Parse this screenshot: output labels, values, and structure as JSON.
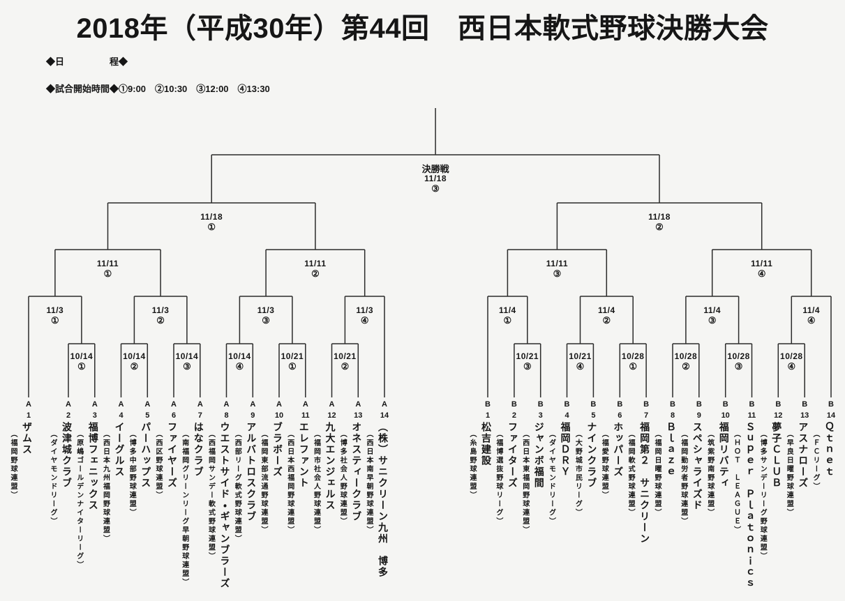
{
  "header": {
    "title": "2018年（平成30年）第44回　西日本軟式野球決勝大会",
    "schedule_heading": "◆日　　　　　程◆",
    "start_times_label": "◆試合開始時間◆",
    "start_times_values": "①9:00　②10:30　③12:00　④13:30"
  },
  "bracket": {
    "final": {
      "label": "決勝戦",
      "date": "11/18",
      "game": "③"
    },
    "round_semifinal": [
      {
        "date": "11/18",
        "game": "①"
      },
      {
        "date": "11/18",
        "game": "②"
      }
    ],
    "round_quarterfinal": [
      {
        "date": "11/11",
        "game": "①"
      },
      {
        "date": "11/11",
        "game": "②"
      },
      {
        "date": "11/11",
        "game": "③"
      },
      {
        "date": "11/11",
        "game": "④"
      }
    ],
    "round_2": [
      {
        "date": "11/3",
        "game": "①"
      },
      {
        "date": "11/3",
        "game": "②"
      },
      {
        "date": "11/3",
        "game": "③"
      },
      {
        "date": "11/3",
        "game": "④"
      },
      {
        "date": "11/4",
        "game": "①"
      },
      {
        "date": "11/4",
        "game": "②"
      },
      {
        "date": "11/4",
        "game": "③"
      },
      {
        "date": "11/4",
        "game": "④"
      }
    ],
    "round_1": [
      {
        "date": "10/14",
        "game": "①"
      },
      {
        "date": "10/14",
        "game": "②"
      },
      {
        "date": "10/14",
        "game": "③"
      },
      {
        "date": "10/14",
        "game": "④"
      },
      {
        "date": "10/21",
        "game": "①"
      },
      {
        "date": "10/21",
        "game": "②"
      },
      {
        "date": "10/21",
        "game": "③"
      },
      {
        "date": "10/21",
        "game": "④"
      },
      {
        "date": "10/28",
        "game": "①"
      },
      {
        "date": "10/28",
        "game": "②"
      },
      {
        "date": "10/28",
        "game": "③"
      },
      {
        "date": "10/28",
        "game": "④"
      }
    ]
  },
  "teams_left": [
    {
      "seed_letter": "A",
      "seed_number": "1",
      "name": "ザムス",
      "league": "（福岡野球連盟）"
    },
    {
      "seed_letter": "A",
      "seed_number": "2",
      "name": "波津城クラブ",
      "league": "（ダイヤモンドリーグ）"
    },
    {
      "seed_letter": "A",
      "seed_number": "3",
      "name": "福博フェニックス",
      "league": "（原嶋ゴールデンナイターリーグ）"
    },
    {
      "seed_letter": "A",
      "seed_number": "4",
      "name": "イーグルス",
      "league": "（西日本九州福岡野球連盟）"
    },
    {
      "seed_letter": "A",
      "seed_number": "5",
      "name": "パーハップス",
      "league": "（博多中部野球連盟）"
    },
    {
      "seed_letter": "A",
      "seed_number": "6",
      "name": "ファイヤーズ",
      "league": "（西区野球連盟）"
    },
    {
      "seed_letter": "A",
      "seed_number": "7",
      "name": "はなクラブ",
      "league": "（南福岡グリーンリーグ早朝野球連盟）"
    },
    {
      "seed_letter": "A",
      "seed_number": "8",
      "name": "ウエストサイド・ギャンブラーズ",
      "league": "（西福岡サンデー軟式野球連盟）"
    },
    {
      "seed_letter": "A",
      "seed_number": "9",
      "name": "アルバトロスクラブ",
      "league": "（西部リーグ軟式野球連盟）"
    },
    {
      "seed_letter": "A",
      "seed_number": "10",
      "name": "ブラボーズ",
      "league": "（福岡東部流通野球連盟）"
    },
    {
      "seed_letter": "A",
      "seed_number": "11",
      "name": "エレファント",
      "league": "（西日本西福岡野球連盟）"
    },
    {
      "seed_letter": "A",
      "seed_number": "12",
      "name": "九大エンジェルス",
      "league": "（福岡市社会人野球連盟）"
    },
    {
      "seed_letter": "A",
      "seed_number": "13",
      "name": "オネスティークラブ",
      "league": "（博多社会人野球連盟）"
    },
    {
      "seed_letter": "A",
      "seed_number": "14",
      "name": "（株）サニクリーン九州　博多",
      "league": "（西日本南早朝野球連盟）"
    }
  ],
  "teams_right": [
    {
      "seed_letter": "B",
      "seed_number": "1",
      "name": "松吉建設",
      "league": "（糸島野球連盟）"
    },
    {
      "seed_letter": "B",
      "seed_number": "2",
      "name": "ファイターズ",
      "league": "（福博選抜野球リーグ）"
    },
    {
      "seed_letter": "B",
      "seed_number": "3",
      "name": "ジャンボ福間",
      "league": "（西日本東福岡野球連盟）"
    },
    {
      "seed_letter": "B",
      "seed_number": "4",
      "name": "福岡ＤＲＹ",
      "league": "（ダイヤモンドリーグ）"
    },
    {
      "seed_letter": "B",
      "seed_number": "5",
      "name": "ナインクラブ",
      "league": "（大野城市民リーグ）"
    },
    {
      "seed_letter": "B",
      "seed_number": "6",
      "name": "ホッパーズ",
      "league": "（福愛野球連盟）"
    },
    {
      "seed_letter": "B",
      "seed_number": "7",
      "name": "福岡第２　サニクリーン",
      "league": "（福岡軟式野球連盟）"
    },
    {
      "seed_letter": "B",
      "seed_number": "8",
      "name": "Ｂｌａｚｅ",
      "league": "（福岡日曜野球連盟）"
    },
    {
      "seed_letter": "B",
      "seed_number": "9",
      "name": "スペシャライズド",
      "league": "（福岡勤労者野球連盟）"
    },
    {
      "seed_letter": "B",
      "seed_number": "10",
      "name": "福岡リバティ",
      "league": "（筑紫野南野球連盟）"
    },
    {
      "seed_letter": "B",
      "seed_number": "11",
      "name": "Ｓｕｐｅｒ　Ｐｌａｔｏｎｉｃｓ",
      "league": "（ＨＯＴ　ＬＥＡＧＵＥ）"
    },
    {
      "seed_letter": "B",
      "seed_number": "12",
      "name": "夢子ＣＬＵＢ",
      "league": "（博多サンデーリーグ野球連盟）"
    },
    {
      "seed_letter": "B",
      "seed_number": "13",
      "name": "アスナローズ",
      "league": "（早良日曜野球連盟）"
    },
    {
      "seed_letter": "B",
      "seed_number": "14",
      "name": "Ｑｔｎｅｔ",
      "league": "（ＦＣリーグ）"
    }
  ],
  "colors": {
    "paper": "#f5f5f3",
    "ink": "#161616",
    "line": "#2b2b2b"
  }
}
